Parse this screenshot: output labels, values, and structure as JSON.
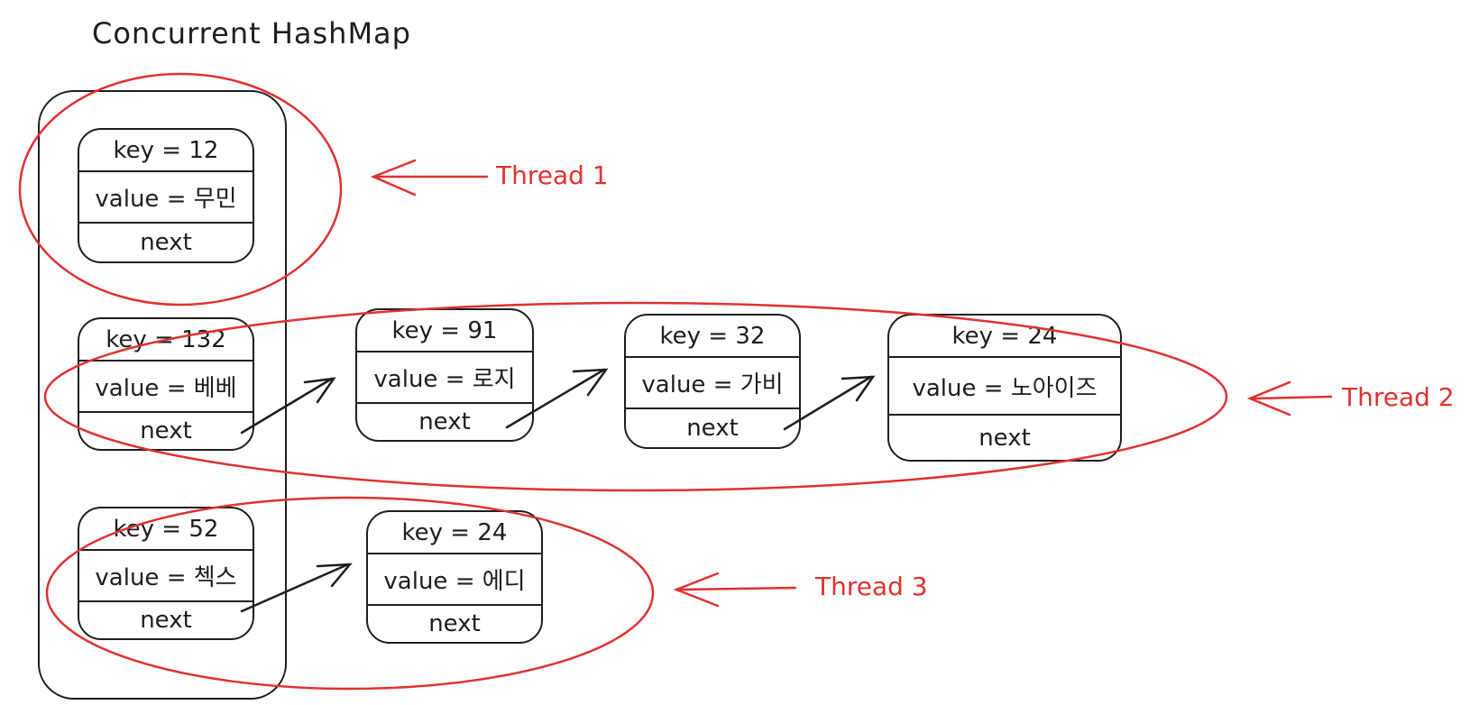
{
  "title": "Concurrent HashMap",
  "colors": {
    "ink": "#1e1e1e",
    "accent": "#e03131"
  },
  "buckets": [
    {
      "key": "key = 12",
      "value": "value = 무민",
      "next": "next"
    },
    {
      "key": "key = 132",
      "value": "value = 베베",
      "next": "next"
    },
    {
      "key": "key = 52",
      "value": "value = 첵스",
      "next": "next"
    }
  ],
  "chain2": [
    {
      "key": "key = 91",
      "value": "value = 로지",
      "next": "next"
    },
    {
      "key": "key = 32",
      "value": "value = 가비",
      "next": "next"
    },
    {
      "key": "key = 24",
      "value": "value = 노아이즈",
      "next": "next"
    }
  ],
  "chain3": [
    {
      "key": "key = 24",
      "value": "value = 에디",
      "next": "next"
    }
  ],
  "threads": [
    {
      "label": "Thread 1"
    },
    {
      "label": "Thread 2"
    },
    {
      "label": "Thread 3"
    }
  ]
}
